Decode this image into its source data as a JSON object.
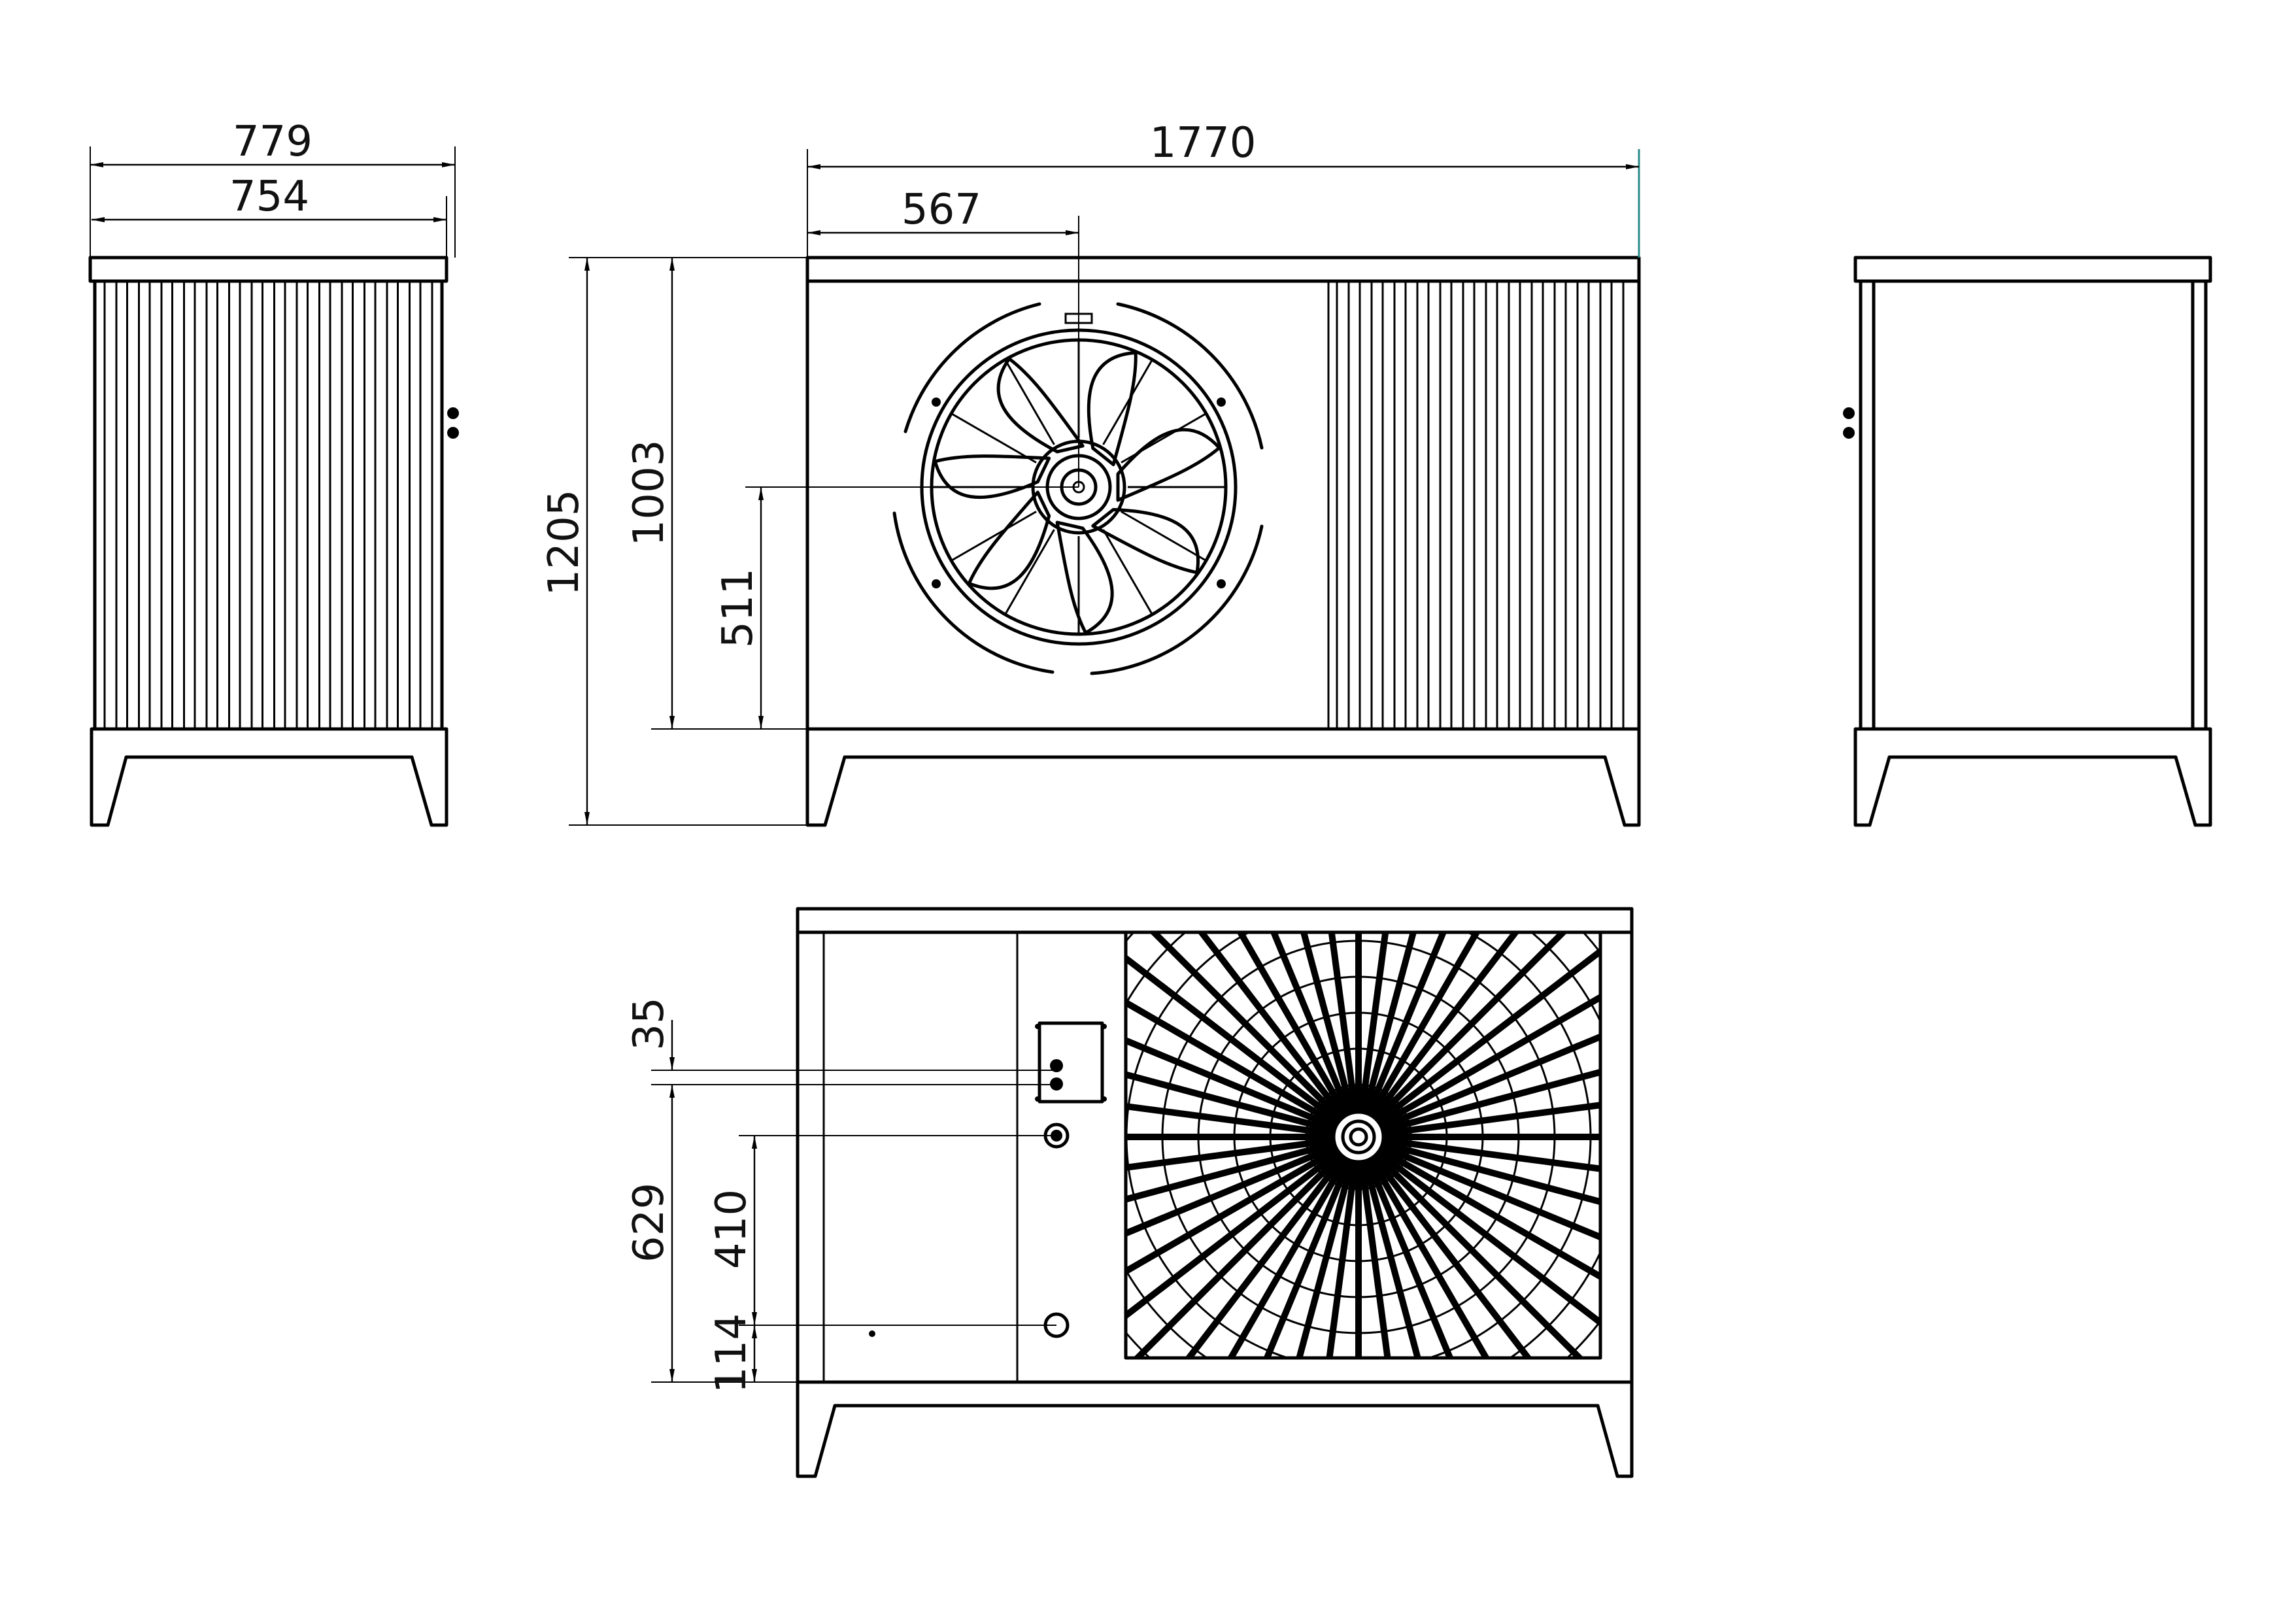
{
  "drawing": {
    "dims": {
      "d779": "779",
      "d754": "754",
      "d1770": "1770",
      "d567": "567",
      "d1205": "1205",
      "d1003": "1003",
      "d511": "511",
      "d35": "35",
      "d629": "629",
      "d410": "410",
      "d114": "114"
    },
    "colors": {
      "line": "#000000",
      "accent": "#2a8a8a"
    },
    "icons": [
      "fan-icon",
      "grille-icon"
    ]
  }
}
